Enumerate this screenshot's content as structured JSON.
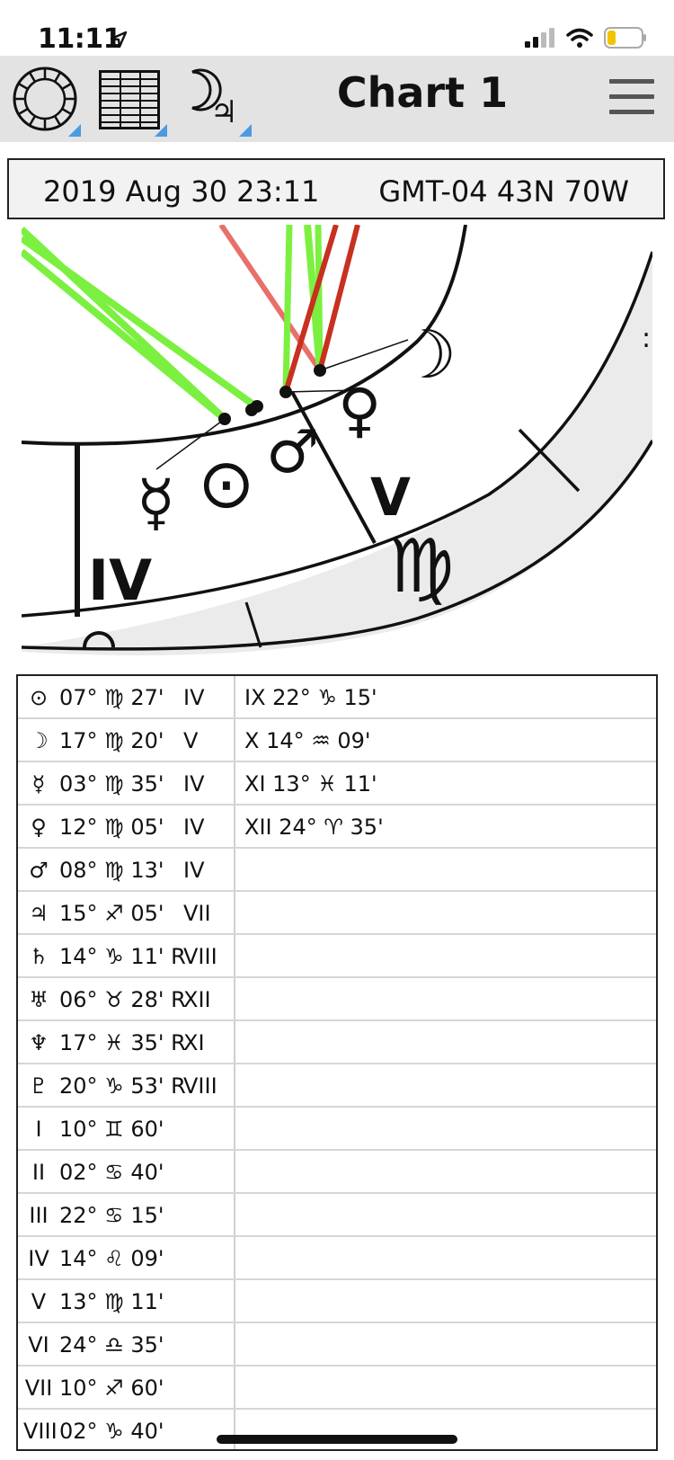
{
  "status_bar": {
    "time": "11:11"
  },
  "toolbar": {
    "title": "Chart 1",
    "buttons": [
      {
        "name": "wheel-view",
        "icon": "wheel-icon"
      },
      {
        "name": "grid-view",
        "icon": "grid-icon"
      },
      {
        "name": "planets-view",
        "icon": "moon-jupiter-icon"
      }
    ],
    "menu_icon": "hamburger-icon"
  },
  "info": {
    "date": "2019 Aug 30 23:11",
    "location": "GMT-04  43N 70W"
  },
  "chart": {
    "labels": {
      "house_iv": "IV",
      "house_v": "V",
      "virgo": "♍"
    },
    "planets": {
      "moon": "☽",
      "venus": "♀",
      "mars": "♂",
      "sun": "⊙",
      "mercury": "☿"
    },
    "colors": {
      "aspect_green": "#7cf040",
      "aspect_red": "#c83020",
      "aspect_salmon": "#e8706a",
      "band": "#ebebeb"
    }
  },
  "table": {
    "left_rows": [
      {
        "symbol": "⊙",
        "position": "07° ♍ 27'",
        "house": "IV"
      },
      {
        "symbol": "☽",
        "position": "17° ♍ 20'",
        "house": "V"
      },
      {
        "symbol": "☿",
        "position": "03° ♍ 35'",
        "house": "IV"
      },
      {
        "symbol": "♀",
        "position": "12° ♍ 05'",
        "house": "IV"
      },
      {
        "symbol": "♂",
        "position": "08° ♍ 13'",
        "house": "IV"
      },
      {
        "symbol": "♃",
        "position": "15° ♐ 05'",
        "house": "VII"
      },
      {
        "symbol": "♄",
        "position": "14° ♑ 11' R",
        "house": "VIII"
      },
      {
        "symbol": "♅",
        "position": "06° ♉ 28' R",
        "house": "XII"
      },
      {
        "symbol": "♆",
        "position": "17° ♓ 35' R",
        "house": "XI"
      },
      {
        "symbol": "♇",
        "position": "20° ♑ 53' R",
        "house": "VIII"
      },
      {
        "symbol": "I",
        "position": "10° ♊ 60'",
        "house": ""
      },
      {
        "symbol": "II",
        "position": "02° ♋ 40'",
        "house": ""
      },
      {
        "symbol": "III",
        "position": "22° ♋ 15'",
        "house": ""
      },
      {
        "symbol": "IV",
        "position": "14° ♌ 09'",
        "house": ""
      },
      {
        "symbol": "V",
        "position": "13° ♍ 11'",
        "house": ""
      },
      {
        "symbol": "VI",
        "position": "24° ♎ 35'",
        "house": ""
      },
      {
        "symbol": "VII",
        "position": "10° ♐ 60'",
        "house": ""
      },
      {
        "symbol": "VIII",
        "position": "02° ♑ 40'",
        "house": ""
      }
    ],
    "right_rows": [
      "IX  22° ♑ 15'",
      "X  14° ♒ 09'",
      "XI  13° ♓ 11'",
      "XII  24° ♈ 35'"
    ]
  }
}
